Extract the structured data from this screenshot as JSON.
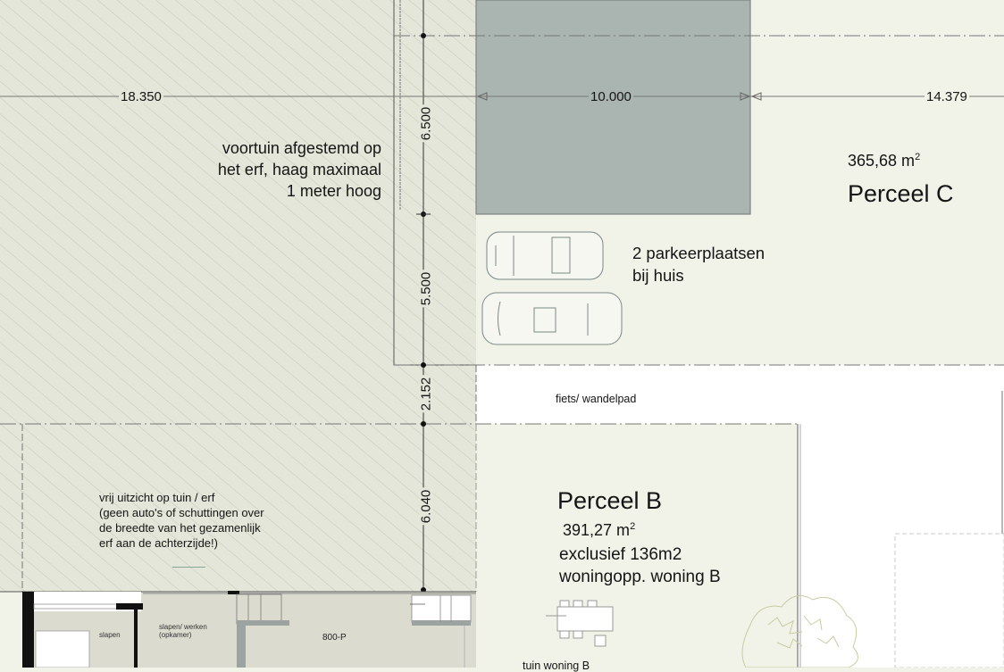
{
  "colors": {
    "background": "#f1f2e8",
    "hatch_zone": "#e4e6d9",
    "hatch_line": "#c9cbbb",
    "building_block": "#aab4b0",
    "path_white": "#ffffff",
    "interior_floor": "#dcdbd0",
    "wall_black": "#111111",
    "tree_line": "#c9cca0"
  },
  "dimensions": {
    "top_left_width": "18.350",
    "building_width": "10.000",
    "right_width": "14.379",
    "vertical_1": "6.500",
    "vertical_2": "5.500",
    "vertical_3": "2.152",
    "vertical_4": "6.040"
  },
  "notes": {
    "front_garden": [
      "voortuin afgestemd op",
      "het erf, haag maximaal",
      "1 meter hoog"
    ],
    "parking": [
      "2 parkeerplaatsen",
      "bij huis"
    ],
    "path": "fiets/ wandelpad",
    "rear_view": [
      "vrij uitzicht op tuin / erf",
      "(geen auto's of schuttingen over",
      "de breedte van het gezamenlijk",
      "erf aan de achterzijde!)"
    ]
  },
  "parcels": {
    "c": {
      "name": "Perceel C",
      "area": "365,68 m",
      "area_sup": "2"
    },
    "b": {
      "name": "Perceel B",
      "area": "391,27 m",
      "area_sup": "2",
      "extra_line1": "exclusief 136m2",
      "extra_line2": "woningopp.  woning B",
      "garden_label": "tuin woning B"
    }
  },
  "rooms": {
    "room1": "slapen",
    "room2_line1": "slapen/ werken",
    "room2_line2": "(opkamer)",
    "room3": "800-P"
  }
}
